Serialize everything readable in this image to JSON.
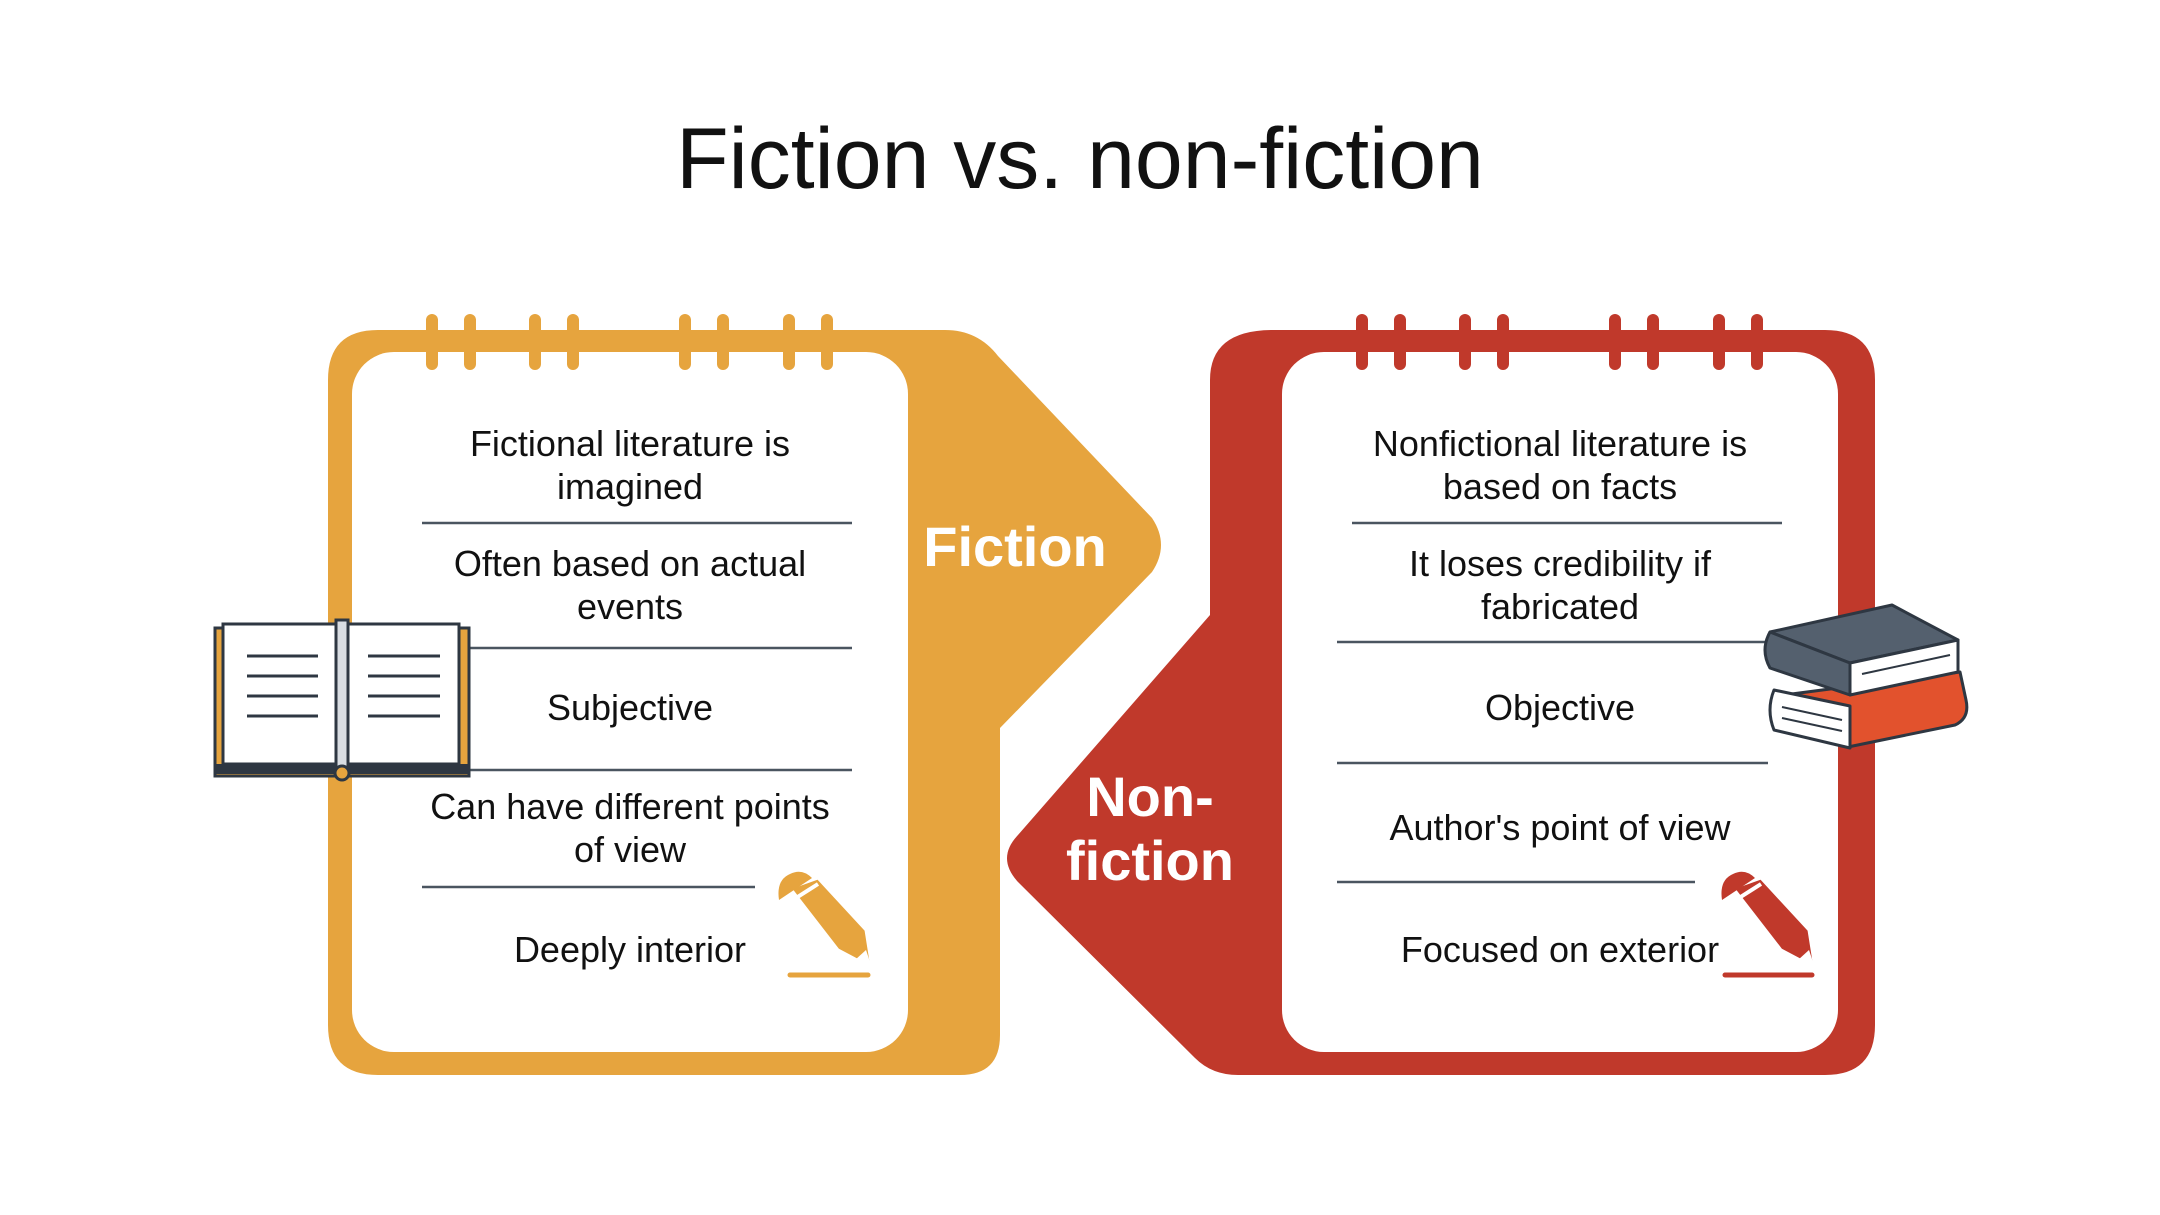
{
  "title": "Fiction vs. non-fiction",
  "colors": {
    "fiction": "#E6A43E",
    "nonfiction": "#C0392B",
    "divider": "#4A5560",
    "book_gray": "#54606E",
    "book_red": "#E2522D"
  },
  "fiction": {
    "label": "Fiction",
    "items": [
      "Fictional literature is imagined",
      "Often based on actual events",
      "Subjective",
      "Can have different points of view",
      "Deeply interior"
    ],
    "icons": [
      "open-book-icon",
      "pencil-icon"
    ]
  },
  "nonfiction": {
    "label_line1": "Non-",
    "label_line2": "fiction",
    "items": [
      "Nonfictional literature is based on facts",
      "It loses credibility if fabricated",
      "Objective",
      "Author's point of view",
      "Focused on exterior"
    ],
    "icons": [
      "book-stack-icon",
      "pencil-icon"
    ]
  }
}
